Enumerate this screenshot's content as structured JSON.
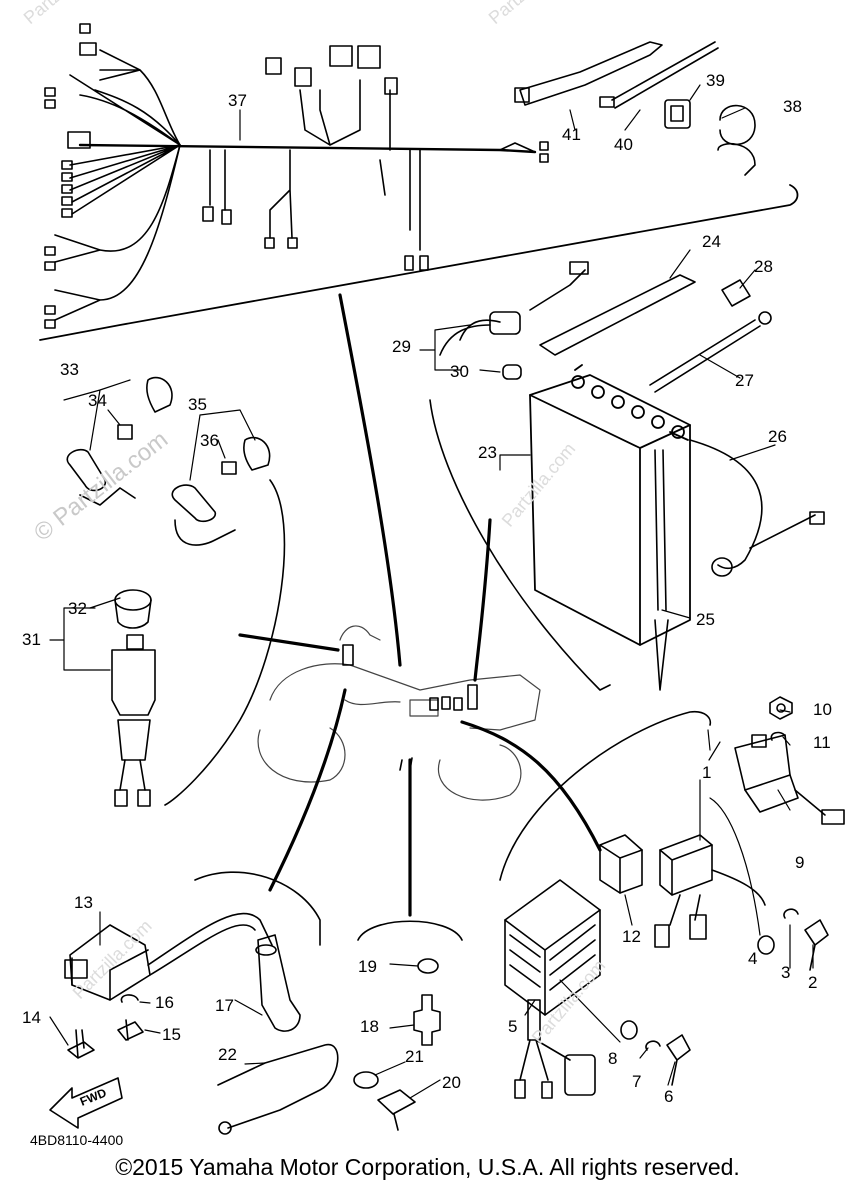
{
  "diagram": {
    "callouts": [
      "1",
      "2",
      "3",
      "4",
      "5",
      "6",
      "7",
      "8",
      "9",
      "10",
      "11",
      "12",
      "13",
      "14",
      "15",
      "16",
      "17",
      "18",
      "19",
      "20",
      "21",
      "22",
      "23",
      "24",
      "25",
      "26",
      "27",
      "28",
      "29",
      "30",
      "31",
      "32",
      "33",
      "34",
      "35",
      "36",
      "37",
      "38",
      "39",
      "40",
      "41"
    ],
    "part_code": "4BD8110-4400",
    "fwd_label": "FWD",
    "watermark": "© Partzilla.com",
    "watermark_small": "Partzilla.com"
  },
  "footer": {
    "copyright": "©2015 Yamaha Motor Corporation, U.S.A. All rights reserved."
  }
}
